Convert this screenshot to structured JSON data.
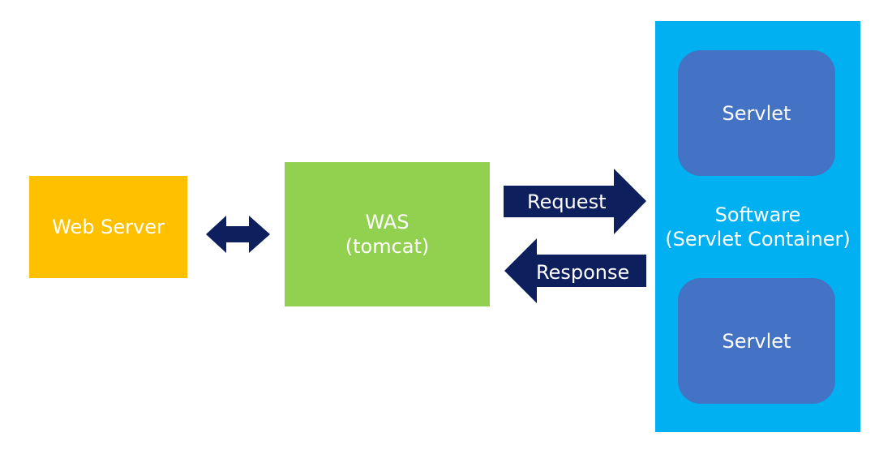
{
  "nodes": {
    "web_server": "Web Server",
    "was_line1": "WAS",
    "was_line2": "(tomcat)",
    "container_line1": "Software",
    "container_line2": "(Servlet Container)",
    "servlet_1": "Servlet",
    "servlet_2": "Servlet"
  },
  "arrows": {
    "request": "Request",
    "response": "Response"
  },
  "colors": {
    "web_server": "#ffc000",
    "was": "#92d050",
    "container": "#00b0f0",
    "servlet": "#4472c4",
    "arrow": "#0d1f5c"
  }
}
